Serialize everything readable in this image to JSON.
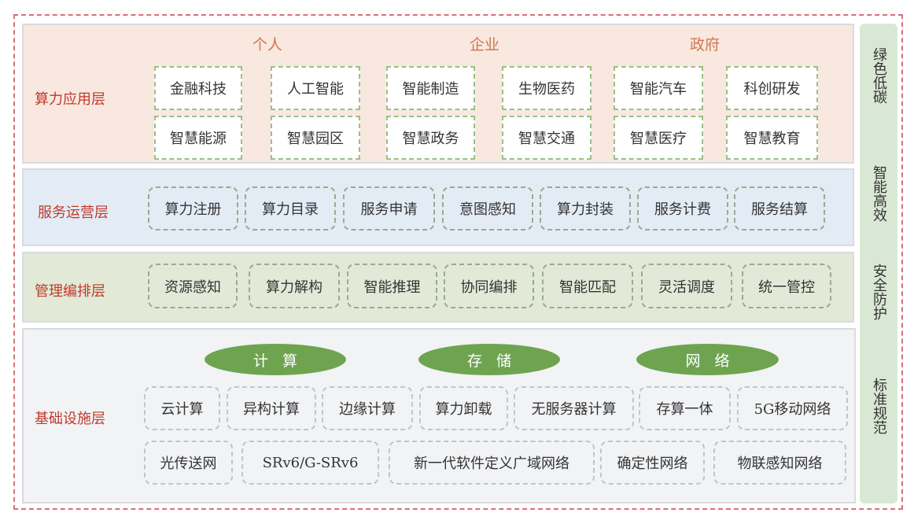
{
  "app_layer": {
    "label": "算力应用层",
    "categories": [
      "个人",
      "企业",
      "政府"
    ],
    "items": [
      "金融科技",
      "人工智能",
      "智能制造",
      "生物医药",
      "智能汽车",
      "科创研发",
      "智慧能源",
      "智慧园区",
      "智慧政务",
      "智慧交通",
      "智慧医疗",
      "智慧教育"
    ]
  },
  "service_layer": {
    "label": "服务运营层",
    "items": [
      "算力注册",
      "算力目录",
      "服务申请",
      "意图感知",
      "算力封装",
      "服务计费",
      "服务结算"
    ]
  },
  "manage_layer": {
    "label": "管理编排层",
    "items": [
      "资源感知",
      "算力解构",
      "智能推理",
      "协同编排",
      "智能匹配",
      "灵活调度",
      "统一管控"
    ]
  },
  "infra_layer": {
    "label": "基础设施层",
    "groups": [
      "计算",
      "存储",
      "网络"
    ],
    "row1": [
      "云计算",
      "异构计算",
      "边缘计算",
      "算力卸载",
      "无服务器计算",
      "存算一体",
      "5G移动网络"
    ],
    "row2": [
      "光传送网",
      "SRv6/G-SRv6",
      "新一代软件定义广域网络",
      "确定性网络",
      "物联感知网络"
    ]
  },
  "side": [
    "绿色低碳",
    "智能高效",
    "安全防护",
    "标准规范"
  ]
}
